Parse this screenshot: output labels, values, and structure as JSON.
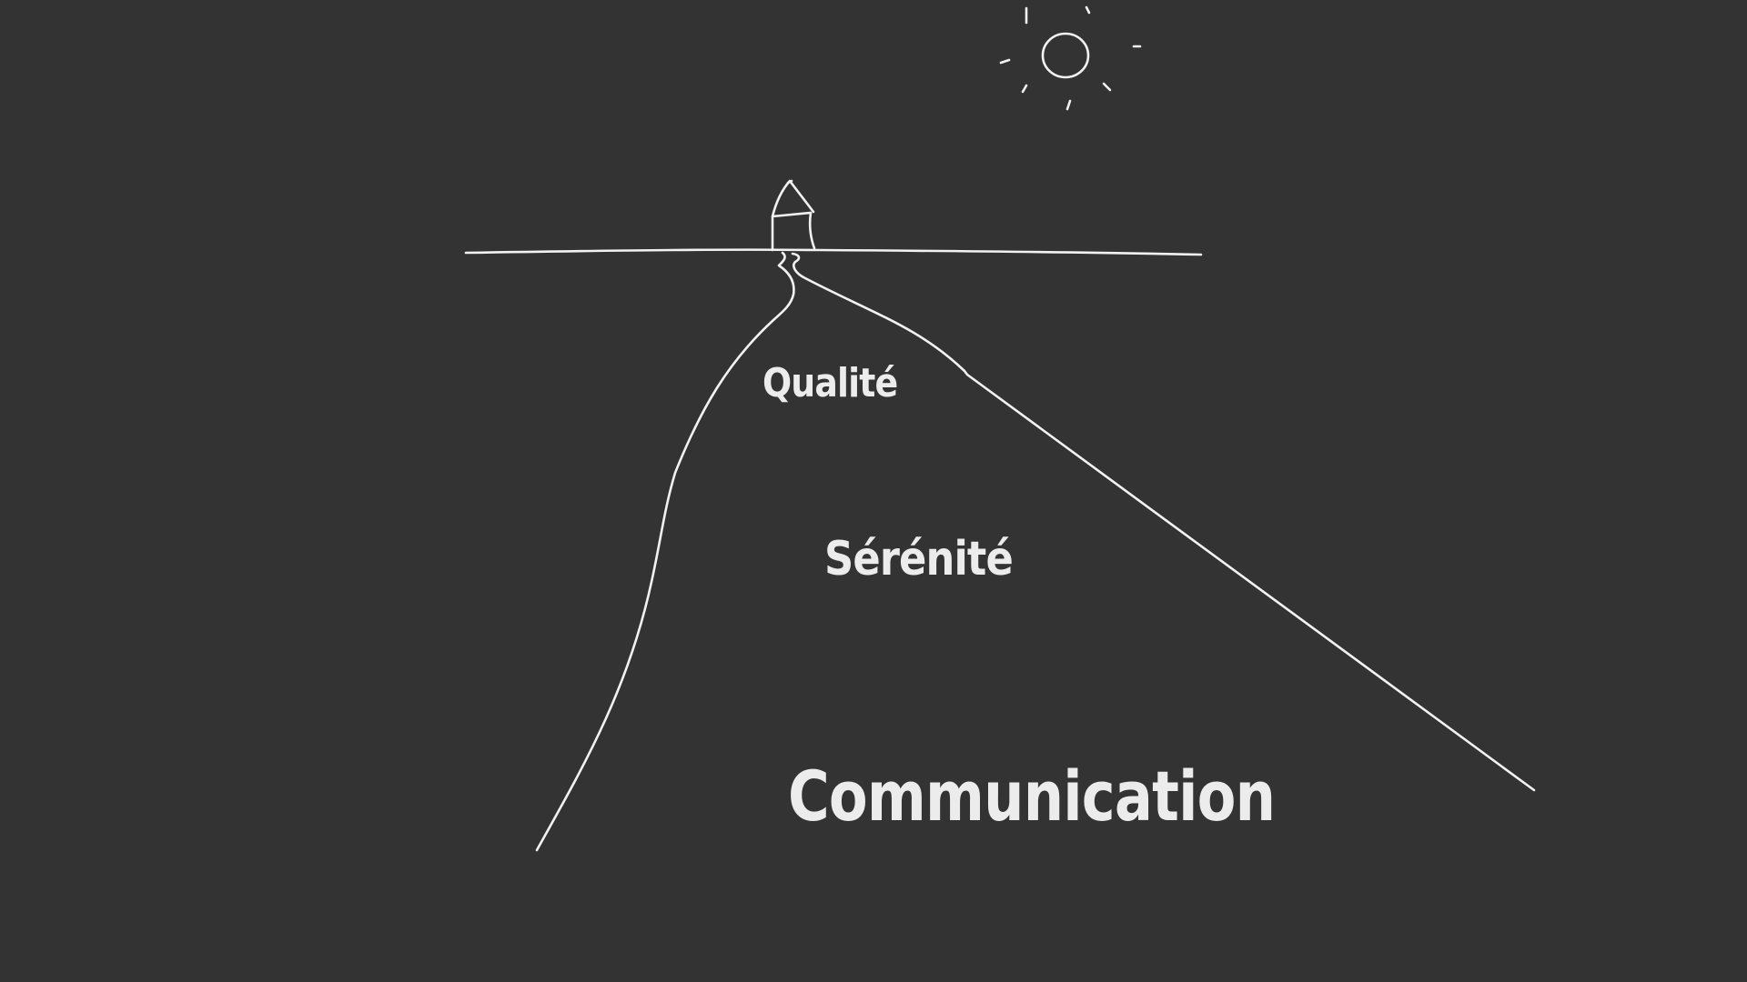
{
  "theme": {
    "background": "#333333",
    "ink": "#f2f2f2"
  },
  "labels": {
    "quality": "Qualité",
    "serenity": "Sérénité",
    "communication": "Communication"
  },
  "icons": {
    "sun": "sun-icon",
    "house": "house-icon"
  }
}
